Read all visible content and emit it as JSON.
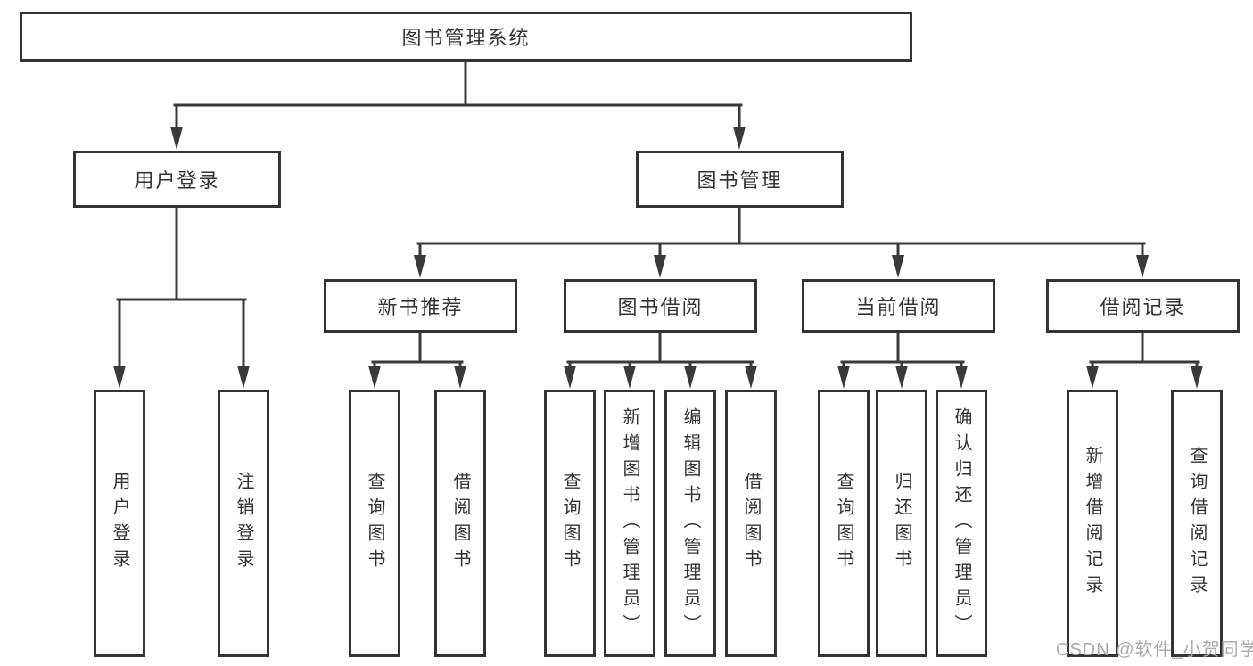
{
  "nodes": {
    "root": {
      "label": "图书管理系统"
    },
    "level2": [
      {
        "label": "用户登录"
      },
      {
        "label": "图书管理"
      }
    ],
    "level3": [
      {
        "label": "新书推荐"
      },
      {
        "label": "图书借阅"
      },
      {
        "label": "当前借阅"
      },
      {
        "label": "借阅记录"
      }
    ],
    "leaves": [
      {
        "label": "用户登录"
      },
      {
        "label": "注销登录"
      },
      {
        "label": "查询图书"
      },
      {
        "label": "借阅图书"
      },
      {
        "label": "查询图书"
      },
      {
        "label": "新增图书（管理员）"
      },
      {
        "label": "编辑图书（管理员）"
      },
      {
        "label": "借阅图书"
      },
      {
        "label": "查询图书"
      },
      {
        "label": "归还图书"
      },
      {
        "label": "确认归还（管理员）"
      },
      {
        "label": "新增借阅记录"
      },
      {
        "label": "查询借阅记录"
      }
    ]
  },
  "watermark": {
    "text": "CSDN @软件_小贺同学"
  },
  "colors": {
    "line": "#3a3a3a",
    "box_border": "#333333",
    "text": "#333333",
    "watermark": "#ababab",
    "background": "#ffffff"
  }
}
